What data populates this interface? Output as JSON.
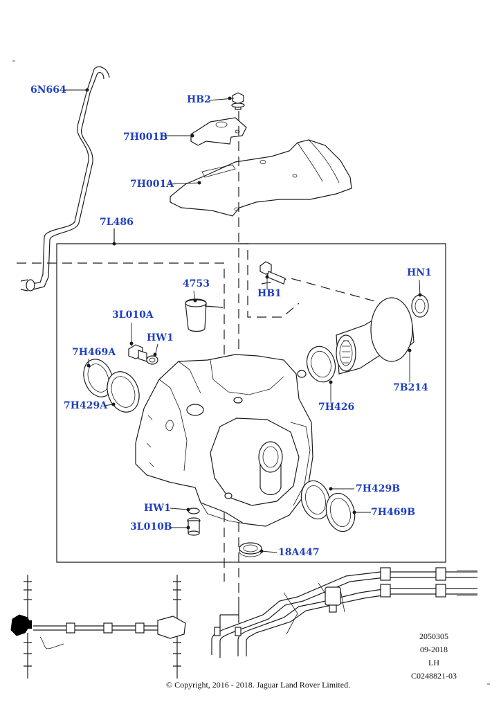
{
  "callouts": {
    "c_6n664": "6N664",
    "c_hb2": "HB2",
    "c_7h001b": "7H001B",
    "c_7h001a": "7H001A",
    "c_7l486": "7L486",
    "c_hb1": "HB1",
    "c_4753": "4753",
    "c_hn1": "HN1",
    "c_3l010a": "3L010A",
    "c_hw1_top": "HW1",
    "c_7h469a": "7H469A",
    "c_7h429a": "7H429A",
    "c_7h426": "7H426",
    "c_7b214": "7B214",
    "c_7h429b": "7H429B",
    "c_7h469b": "7H469B",
    "c_hw1_bottom": "HW1",
    "c_3l010b": "3L010B",
    "c_18a447": "18A447"
  },
  "meta": {
    "ref_number": "2050305",
    "date": "09-2018",
    "side": "LH",
    "code": "C0248821-03",
    "copyright": "© Copyright, 2016 - 2018. Jaguar Land Rover Limited."
  },
  "colors": {
    "callout_text": "#1f3fbf",
    "line_art": "#1a1a1a",
    "highlight": "#000000"
  }
}
